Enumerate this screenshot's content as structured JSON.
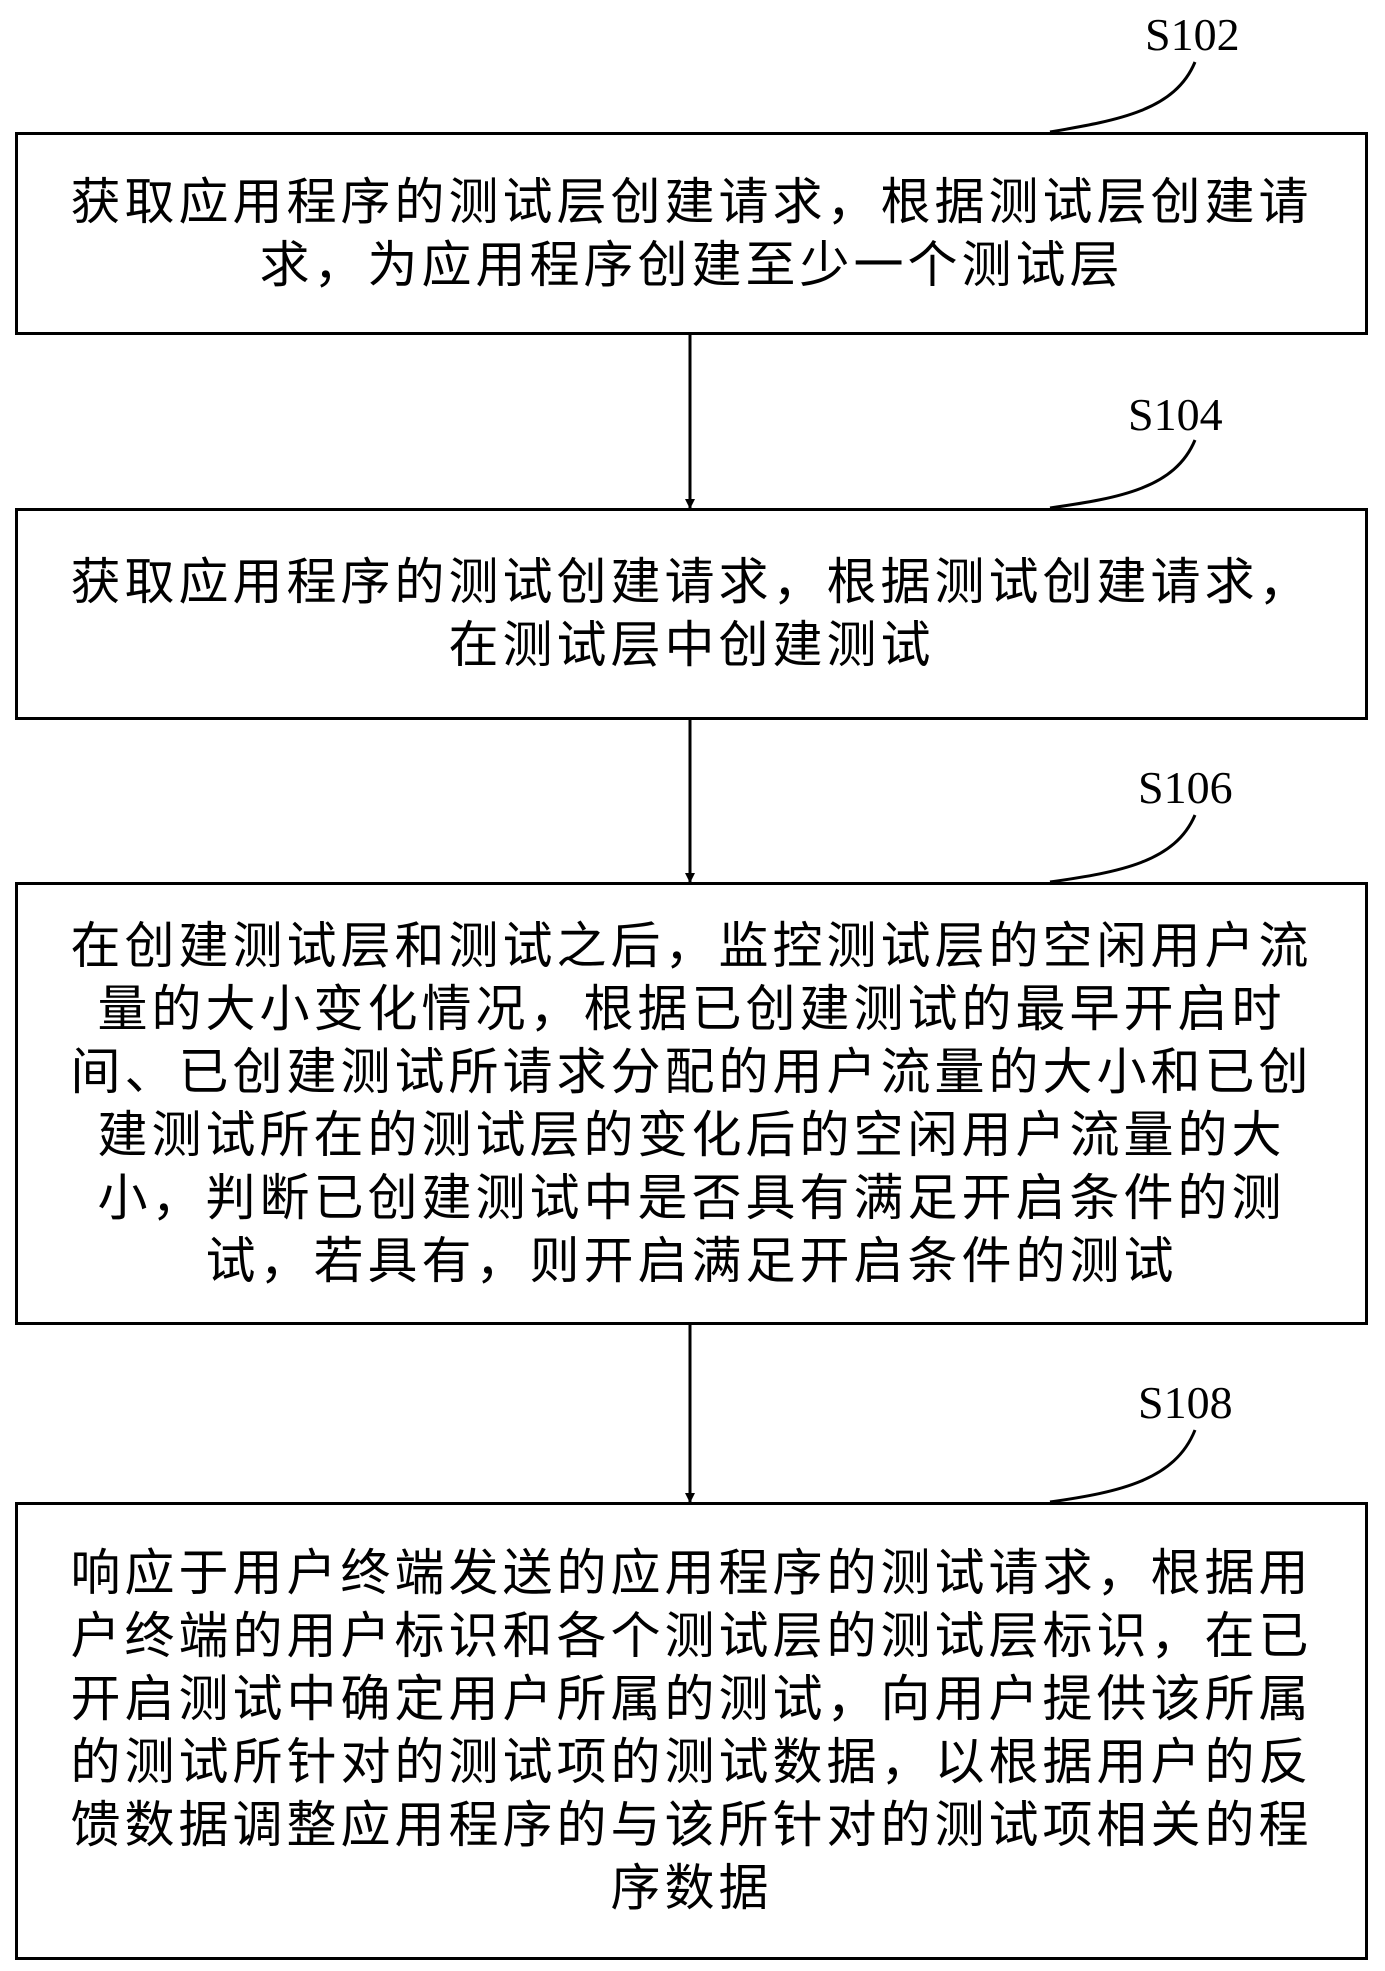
{
  "steps": [
    {
      "id": "S102",
      "text": "获取应用程序的测试层创建请求，根据测试层创建请求，为应用程序创建至少一个测试层"
    },
    {
      "id": "S104",
      "text": "获取应用程序的测试创建请求，根据测试创建请求，在测试层中创建测试"
    },
    {
      "id": "S106",
      "text": "在创建测试层和测试之后，监控测试层的空闲用户流量的大小变化情况，根据已创建测试的最早开启时间、已创建测试所请求分配的用户流量的大小和已创建测试所在的测试层的变化后的空闲用户流量的大小，判断已创建测试中是否具有满足开启条件的测试，若具有，则开启满足开启条件的测试"
    },
    {
      "id": "S108",
      "text": "响应于用户终端发送的应用程序的测试请求，根据用户终端的用户标识和各个测试层的测试层标识，在已开启测试中确定用户所属的测试，向用户提供该所属的测试所针对的测试项的测试数据，以根据用户的反馈数据调整应用程序的与该所针对的测试项相关的程序数据"
    }
  ]
}
